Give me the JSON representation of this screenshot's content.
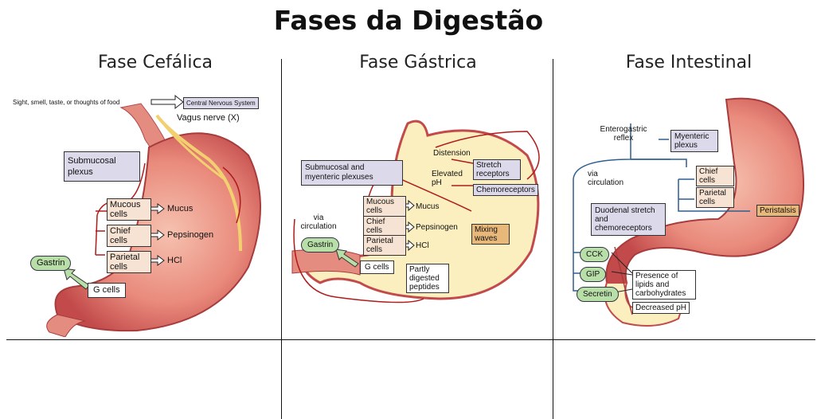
{
  "title": "Fases da Digestão",
  "columns": [
    {
      "heading": "Fase Cefálica",
      "labels": {
        "stimulus": "Sight, smell, taste, or thoughts of food",
        "cns": "Central Nervous System",
        "vagus": "Vagus nerve (X)",
        "submucosal": "Submucosal plexus",
        "mucous": "Mucous cells",
        "mucus": "Mucus",
        "chief": "Chief cells",
        "pepsinogen": "Pepsinogen",
        "parietal": "Parietal cells",
        "hcl": "HCl",
        "gastrin": "Gastrin",
        "gcells": "G cells"
      }
    },
    {
      "heading": "Fase Gástrica",
      "labels": {
        "distension": "Distension",
        "stretch": "Stretch receptors",
        "elevated_ph": "Elevated pH",
        "chemoreceptors": "Chemoreceptors",
        "plexuses": "Submucosal and myenteric plexuses",
        "via": "via circulation",
        "gastrin": "Gastrin",
        "mucous": "Mucous cells",
        "mucus": "Mucus",
        "chief": "Chief cells",
        "pepsinogen": "Pepsinogen",
        "parietal": "Parietal cells",
        "hcl": "HCl",
        "mixing": "Mixing waves",
        "gcells": "G cells",
        "peptides": "Partly digested peptides"
      }
    },
    {
      "heading": "Fase Intestinal",
      "labels": {
        "enterogastric": "Enterogastric reflex",
        "myenteric": "Myenteric plexus",
        "via": "via circulation",
        "chief": "Chief cells",
        "parietal": "Parietal cells",
        "peristalsis": "Peristalsis",
        "duodenal": "Duodenal stretch and chemoreceptors",
        "cck": "CCK",
        "gip": "GIP",
        "secretin": "Secretin",
        "lipids": "Presence of lipids and carbohydrates",
        "decreased_ph": "Decreased pH"
      }
    }
  ]
}
